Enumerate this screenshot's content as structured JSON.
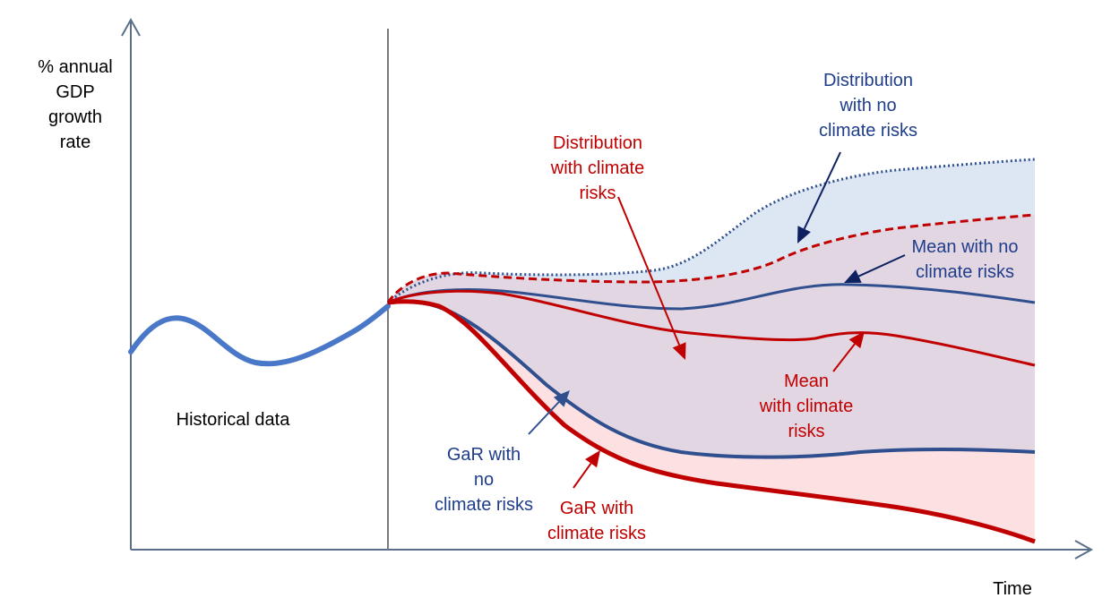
{
  "axes": {
    "y_label": "% annual\nGDP\ngrowth\nrate",
    "x_label": "Time"
  },
  "labels": {
    "historical": "Historical data",
    "dist_no_climate": "Distribution\nwith no\nclimate risks",
    "dist_climate": "Distribution\nwith climate\nrisks",
    "mean_no_climate": "Mean with no\nclimate risks",
    "mean_climate": "Mean\nwith climate\nrisks",
    "gar_no_climate": "GaR with\nno\nclimate risks",
    "gar_climate": "GaR with\nclimate risks"
  },
  "colors": {
    "historical": "#4a78c8",
    "no_climate": "#2f4f8f",
    "no_climate_dotted": "#2f4f8f",
    "climate": "#c00000",
    "fill_no_climate": "#dde6f3",
    "fill_overlap": "#e2d6e2",
    "fill_climate": "#fde0e2",
    "axis": "#5a6e8a",
    "arrow_navy": "#0d2060"
  }
}
